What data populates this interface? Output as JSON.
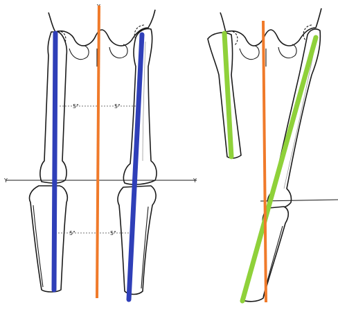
{
  "left_panel": {
    "measure_upper_left": "5\"",
    "measure_upper_right": "5\"",
    "measure_lower_left": "5\"",
    "measure_lower_right": "5\"",
    "axis_mark_left": "Y",
    "axis_mark_right": "Y",
    "axis_mark_top": "Y"
  },
  "colors": {
    "reference_line": "#f07a2a",
    "left_axis": "#2f3fb8",
    "right_axis": "#8fd13a",
    "bone_outline": "#1a1a1a"
  }
}
